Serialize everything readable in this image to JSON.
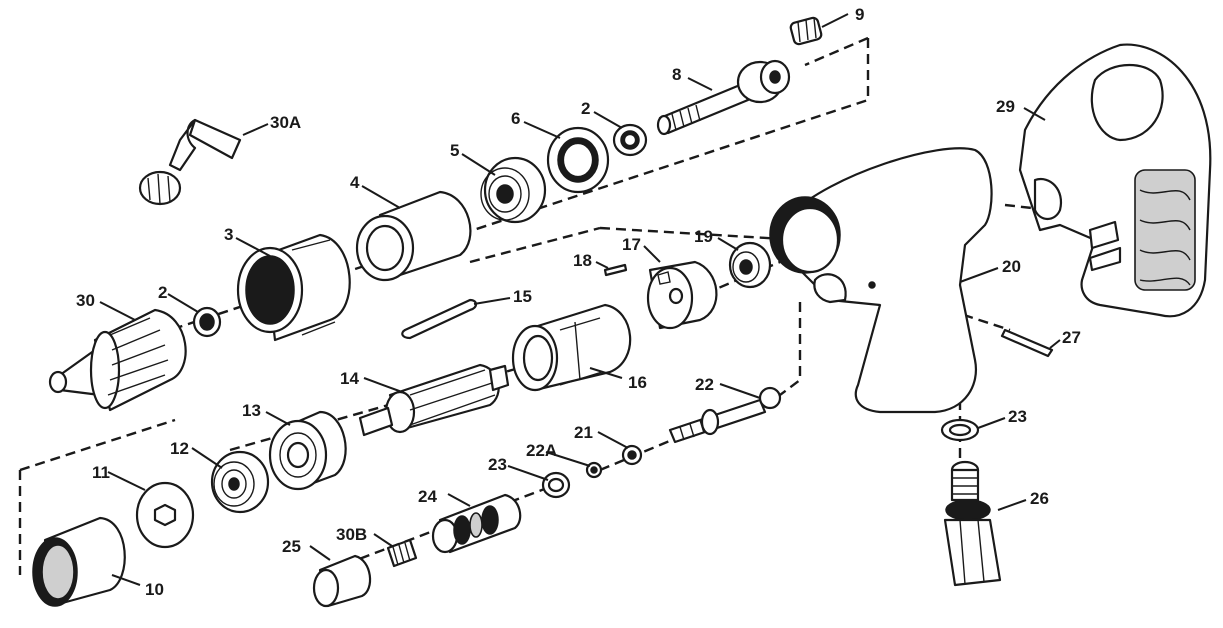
{
  "diagram": {
    "type": "exploded-parts-view",
    "callouts": {
      "p30a": "30A",
      "p9": "9",
      "p8": "8",
      "p6": "6",
      "p2top": "2",
      "p5": "5",
      "p4": "4",
      "p3": "3",
      "p2": "2",
      "p30": "30",
      "p15": "15",
      "p18": "18",
      "p17": "17",
      "p19": "19",
      "p29": "29",
      "p20": "20",
      "p16": "16",
      "p14": "14",
      "p13": "13",
      "p12": "12",
      "p11": "11",
      "p10": "10",
      "p27": "27",
      "p22": "22",
      "p21": "21",
      "p22a": "22A",
      "p23a": "23",
      "p23b": "23",
      "p24": "24",
      "p30b": "30B",
      "p25": "25",
      "p26": "26"
    }
  }
}
